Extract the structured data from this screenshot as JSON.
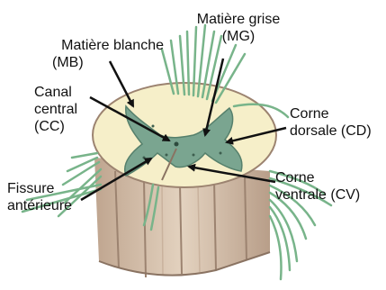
{
  "labels": {
    "mg": [
      "Matière grise",
      "(MG)"
    ],
    "mb": [
      "Matière blanche",
      "(MB)"
    ],
    "cc": [
      "Canal",
      "central",
      "(CC)"
    ],
    "cd": [
      "Corne",
      "dorsale (CD)"
    ],
    "cv": [
      "Corne",
      "ventrale (CV)"
    ],
    "fa": [
      "Fissure",
      "antérieure"
    ]
  },
  "colors": {
    "white_matter": "#f6efc9",
    "gray_matter": "#7aa590",
    "nerve_root": "#78b48a",
    "outer_column": "#d8c4ae",
    "column_shadow": "#a88f7b",
    "arrow": "#111111"
  }
}
